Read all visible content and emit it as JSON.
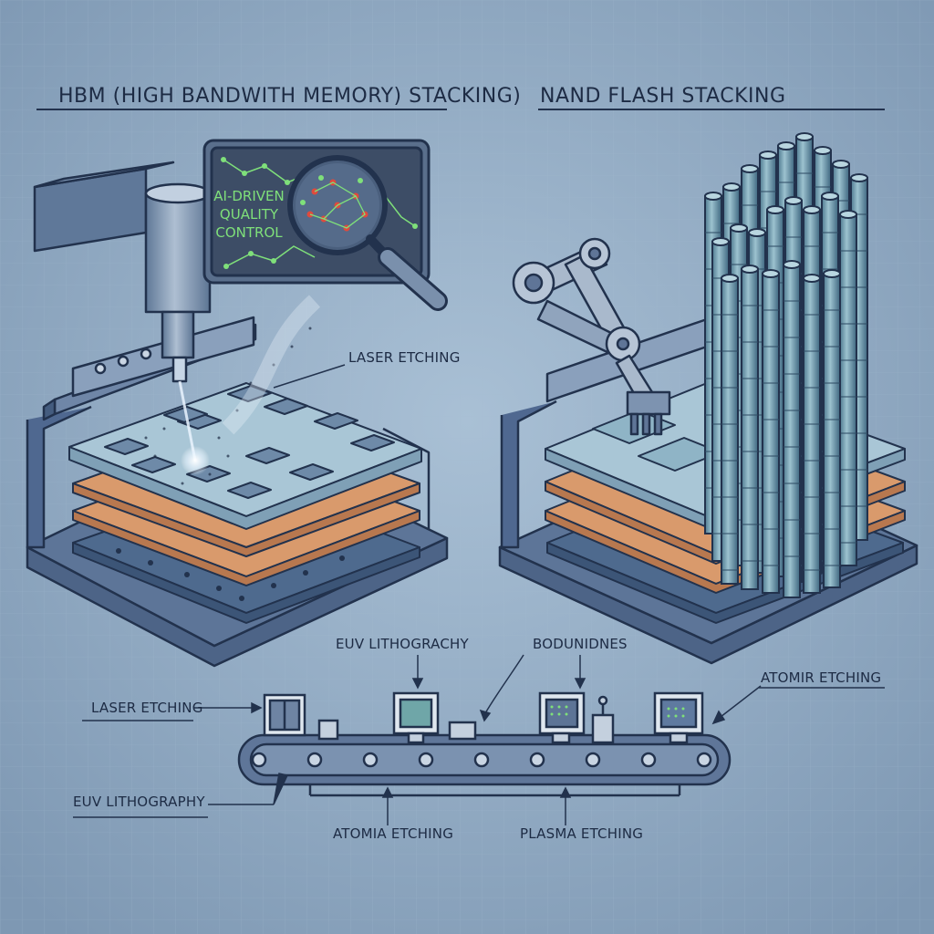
{
  "sections": {
    "hbm_title": "HBM (HIGH BANDWITH MEMORY) STACKING)",
    "nand_title": "NAND FLASH STACKING"
  },
  "monitor": {
    "line1": "AI-DRIVEN",
    "line2": "QUALITY",
    "line3": "CONTROL"
  },
  "labels": {
    "laser_etching_top": "LASER ETCHING",
    "euv_top": "EUV LITHOGRACHY",
    "bodunidnes": "BODUNIDNES",
    "atomir": "ATOMIR ETCHING",
    "laser_etching_left": "LASER ETCHING",
    "euv_left": "EUV LITHOGRAPHY",
    "atomia": "ATOMIA ETCHING",
    "plasma": "PLASMA ETCHING"
  },
  "colors": {
    "background": "#8fa9c2",
    "outline": "#22324d",
    "copper": "#d99a6c",
    "glass": "#a9c6d6",
    "accent_green": "#7fe07a",
    "accent_red": "#e04a3c"
  }
}
